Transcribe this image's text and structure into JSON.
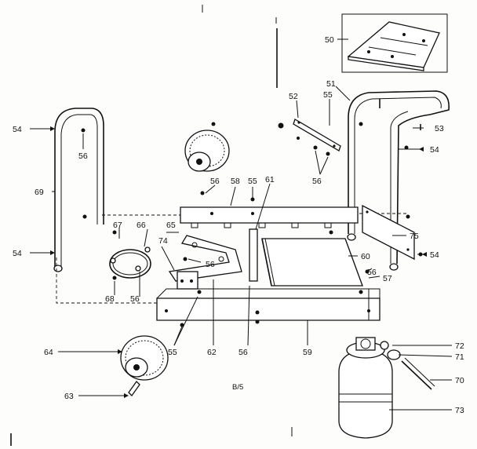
{
  "diagram": {
    "page_code": "B/5",
    "part_labels": [
      {
        "id": "50",
        "text": "50"
      },
      {
        "id": "51",
        "text": "51"
      },
      {
        "id": "52",
        "text": "52"
      },
      {
        "id": "53",
        "text": "53"
      },
      {
        "id": "54a",
        "text": "54"
      },
      {
        "id": "54b",
        "text": "54"
      },
      {
        "id": "54c",
        "text": "54"
      },
      {
        "id": "54d",
        "text": "54"
      },
      {
        "id": "55a",
        "text": "55"
      },
      {
        "id": "55b",
        "text": "55"
      },
      {
        "id": "55c",
        "text": "55"
      },
      {
        "id": "56a",
        "text": "56"
      },
      {
        "id": "56b",
        "text": "56"
      },
      {
        "id": "56c",
        "text": "56"
      },
      {
        "id": "56d",
        "text": "56"
      },
      {
        "id": "56e",
        "text": "56"
      },
      {
        "id": "56f",
        "text": "56"
      },
      {
        "id": "56g",
        "text": "56"
      },
      {
        "id": "57",
        "text": "57"
      },
      {
        "id": "58",
        "text": "58"
      },
      {
        "id": "59",
        "text": "59"
      },
      {
        "id": "60",
        "text": "60"
      },
      {
        "id": "61",
        "text": "61"
      },
      {
        "id": "62",
        "text": "62"
      },
      {
        "id": "63",
        "text": "63"
      },
      {
        "id": "64",
        "text": "64"
      },
      {
        "id": "65",
        "text": "65"
      },
      {
        "id": "66",
        "text": "66"
      },
      {
        "id": "67",
        "text": "67"
      },
      {
        "id": "68",
        "text": "68"
      },
      {
        "id": "69",
        "text": "69"
      },
      {
        "id": "70",
        "text": "70"
      },
      {
        "id": "71",
        "text": "71"
      },
      {
        "id": "72",
        "text": "72"
      },
      {
        "id": "73",
        "text": "73"
      },
      {
        "id": "74",
        "text": "74"
      },
      {
        "id": "75",
        "text": "75"
      }
    ]
  }
}
